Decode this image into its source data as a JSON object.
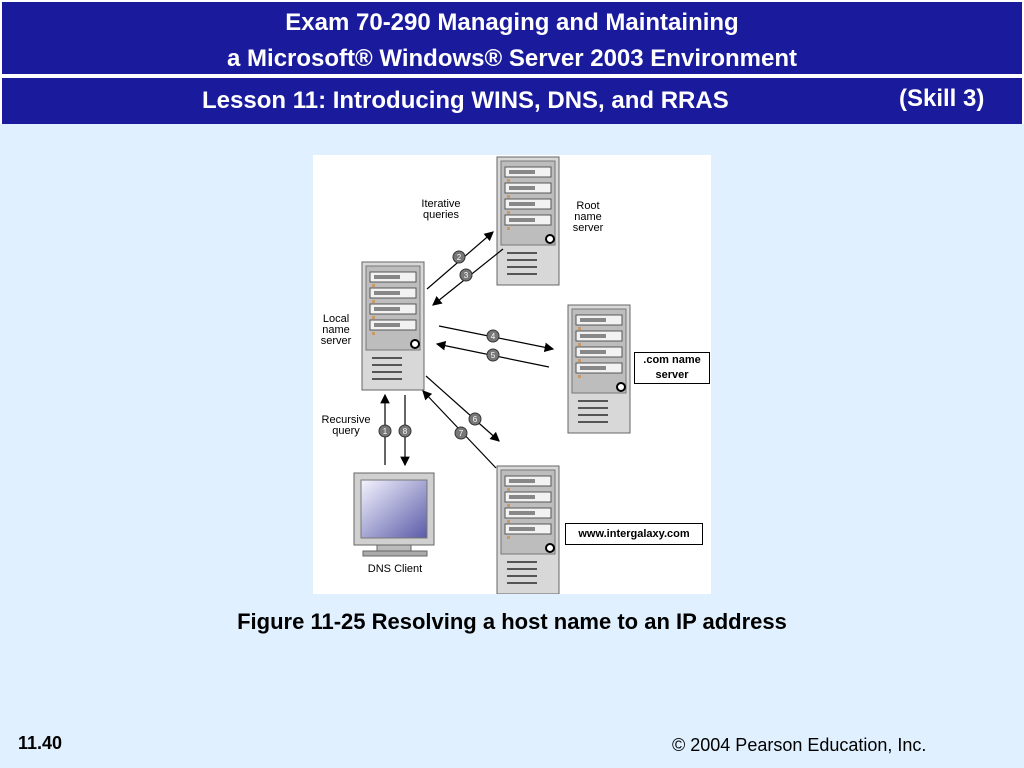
{
  "header": {
    "title_line1": "Exam 70-290  Managing and Maintaining",
    "title_line2": "a Microsoft® Windows® Server 2003 Environment",
    "lesson": "Lesson 11: Introducing WINS, DNS, and RRAS",
    "skill": "(Skill 3)"
  },
  "figure": {
    "labels": {
      "iterative": "Iterative\nqueries",
      "root": "Root\nname\nserver",
      "local": "Local\nname\nserver",
      "recursive": "Recursive\nquery",
      "com": ".com name\nserver",
      "www": "www.intergalaxy.com",
      "client": "DNS Client"
    },
    "steps": [
      "1",
      "2",
      "3",
      "4",
      "5",
      "6",
      "7",
      "8"
    ]
  },
  "caption": "Figure 11-25 Resolving a host name to an IP address",
  "footer": {
    "slide_number": "11.40",
    "copyright": "© 2004 Pearson Education, Inc."
  },
  "colors": {
    "band": "#1a1a9c",
    "background": "#e0f0ff"
  }
}
